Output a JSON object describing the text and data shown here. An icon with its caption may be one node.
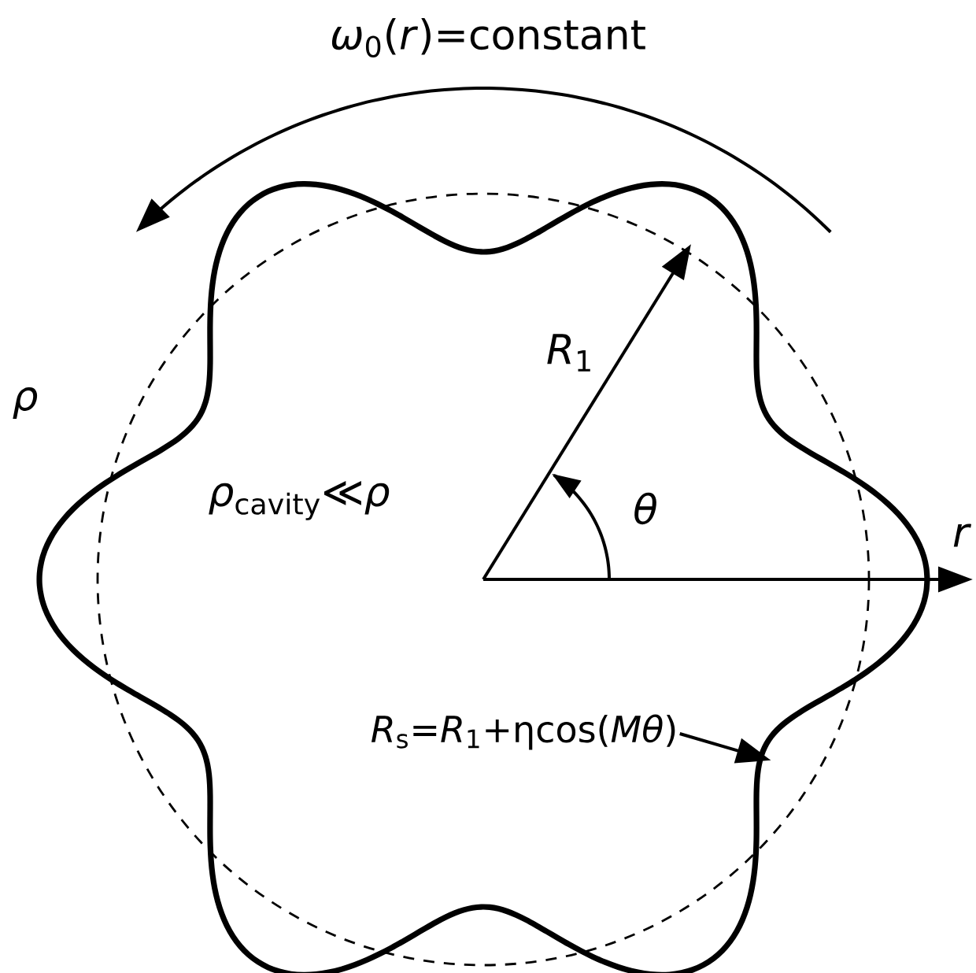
{
  "diagram": {
    "title": "*ω*$_{0}$(*r*)=constant",
    "nodes": [
      {
        "text": [],
        "shape": "curve"
      },
      {
        "text": [
          "*R*$_{s}$=*R*$_{1}$+ηcos(*Mθ*)"
        ],
        "in": 0
      }
    ],
    "edges": [
      {
        "from": 1,
        "to": 0,
        "arrow": "to"
      }
    ],
    "labels": [
      "*ρ*",
      "*R*$_{1}$",
      "*ρ*$_{cavity}$≪*ρ*",
      "*θ*",
      "*r*"
    ]
  }
}
